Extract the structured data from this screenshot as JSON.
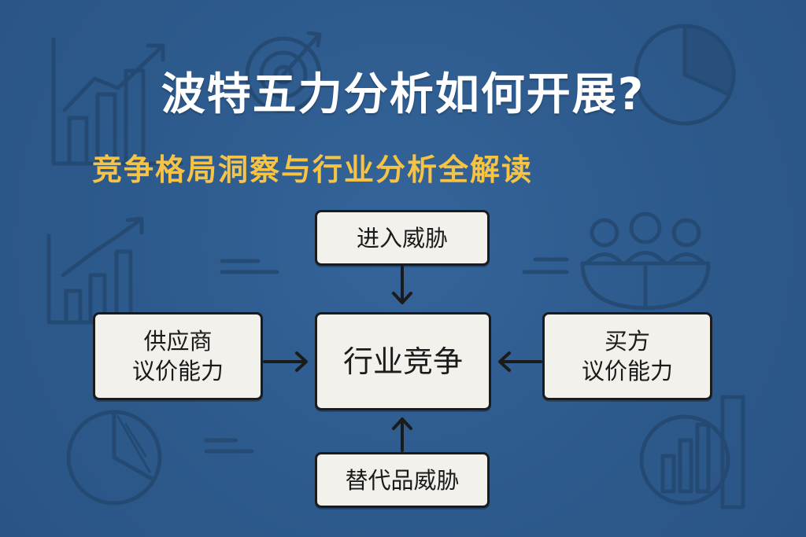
{
  "title": "波特五力分析如何开展?",
  "subtitle": "竞争格局洞察与行业分析全解读",
  "diagram": {
    "center": "行业竞争",
    "top": "进入威胁",
    "left": "供应商\n议价能力",
    "right": "买方\n议价能力",
    "bottom": "替代品威胁"
  },
  "colors": {
    "background": "#2f5c8e",
    "title": "#ffffff",
    "subtitle": "#f6c344",
    "box_fill": "#f3f1ec",
    "box_border": "#1b1b1b"
  },
  "decorative_icons": [
    "bar-chart-icon",
    "target-icon",
    "pie-chart-icon",
    "growth-chart-icon",
    "team-icon"
  ]
}
